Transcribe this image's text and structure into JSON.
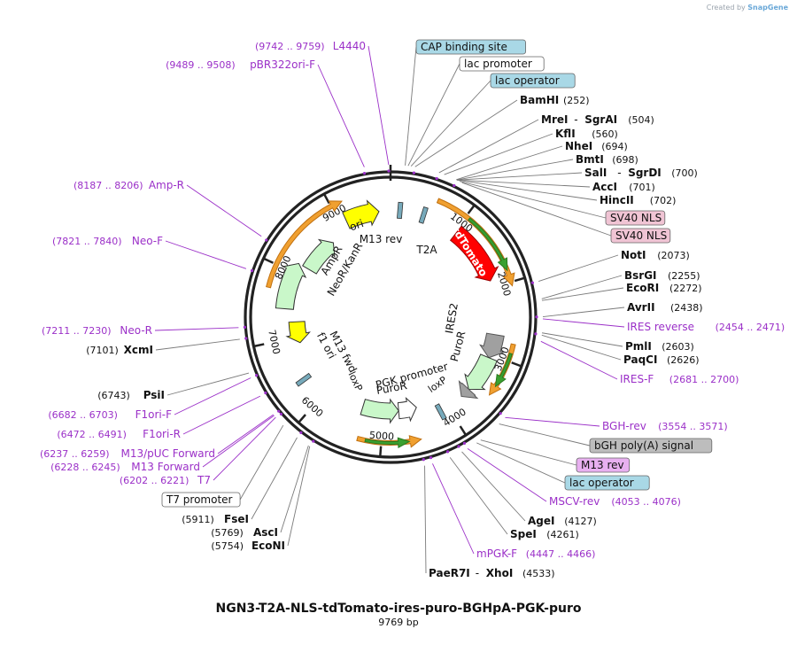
{
  "credit": {
    "prefix": "Created by",
    "brand": "SnapGene"
  },
  "map": {
    "name": "NGN3-T2A-NLS-tdTomato-ires-puro-BGHpA-PGK-puro",
    "length_label": "9769 bp",
    "length": 9769,
    "ticks": [
      "1000",
      "2000",
      "3000",
      "4000",
      "5000",
      "6000",
      "7000",
      "8000",
      "9000"
    ]
  },
  "colors": {
    "primer": "#9b30c8",
    "line": "#7a7a7a",
    "cap": "#a9d8e6",
    "operator": "#a9d8e6",
    "nls": "#f0c4d4",
    "m13rev": "#e8b0f0",
    "terminator": "#bdbdbd",
    "ori": "#ffff00",
    "marker": "#c9f7c9",
    "tdtomato": "#ff0000",
    "orf": "#f0a030",
    "grey": "#a0a0a0"
  },
  "labels": [
    {
      "id": "l4440",
      "kind": "primer",
      "range": "(9742 .. 9759)",
      "name": "L4440"
    },
    {
      "id": "pbr322",
      "kind": "primer",
      "range": "(9489 .. 9508)",
      "name": "pBR322ori-F"
    },
    {
      "id": "cap",
      "kind": "boxed",
      "style": "cap",
      "name": "CAP binding site"
    },
    {
      "id": "lacprom",
      "kind": "boxed",
      "style": "plain",
      "name": "lac promoter"
    },
    {
      "id": "lacop1",
      "kind": "boxed",
      "style": "operator",
      "name": "lac operator"
    },
    {
      "id": "bamhi",
      "kind": "site",
      "name": "BamHI",
      "pos": "(252)"
    },
    {
      "id": "mrei",
      "kind": "site2",
      "name": "MreI",
      "name2": "SgrAI",
      "sep": "-",
      "pos": "(504)"
    },
    {
      "id": "kfli",
      "kind": "site",
      "name": "KflI",
      "pos": "(560)"
    },
    {
      "id": "nhei",
      "kind": "site",
      "name": "NheI",
      "pos": "(694)"
    },
    {
      "id": "bmti",
      "kind": "site",
      "name": "BmtI",
      "pos": "(698)"
    },
    {
      "id": "sali",
      "kind": "site2",
      "name": "SalI",
      "name2": "SgrDI",
      "sep": "-",
      "pos": "(700)"
    },
    {
      "id": "acci",
      "kind": "site",
      "name": "AccI",
      "pos": "(701)"
    },
    {
      "id": "hincii",
      "kind": "site",
      "name": "HincII",
      "pos": "(702)"
    },
    {
      "id": "nls1",
      "kind": "boxed",
      "style": "nls",
      "name": "SV40 NLS"
    },
    {
      "id": "nls2",
      "kind": "boxed",
      "style": "nls",
      "name": "SV40 NLS"
    },
    {
      "id": "noti",
      "kind": "site",
      "name": "NotI",
      "pos": "(2073)"
    },
    {
      "id": "bsrgi",
      "kind": "site",
      "name": "BsrGI",
      "pos": "(2255)"
    },
    {
      "id": "ecori",
      "kind": "site",
      "name": "EcoRI",
      "pos": "(2272)"
    },
    {
      "id": "avrii",
      "kind": "site",
      "name": "AvrII",
      "pos": "(2438)"
    },
    {
      "id": "iresrev",
      "kind": "primer",
      "name": "IRES reverse",
      "range": "(2454 .. 2471)"
    },
    {
      "id": "pmli",
      "kind": "site",
      "name": "PmlI",
      "pos": "(2603)"
    },
    {
      "id": "paqci",
      "kind": "site",
      "name": "PaqCI",
      "pos": "(2626)"
    },
    {
      "id": "iresf",
      "kind": "primer",
      "name": "IRES-F",
      "range": "(2681 .. 2700)"
    },
    {
      "id": "bghrev",
      "kind": "primer",
      "name": "BGH-rev",
      "range": "(3554 .. 3571)"
    },
    {
      "id": "bghpa",
      "kind": "boxed",
      "style": "terminator",
      "name": "bGH poly(A) signal"
    },
    {
      "id": "m13rev",
      "kind": "boxed",
      "style": "m13rev",
      "name": "M13 rev"
    },
    {
      "id": "lacop2",
      "kind": "boxed",
      "style": "operator",
      "name": "lac operator"
    },
    {
      "id": "msrev",
      "kind": "primer",
      "name": "MSCV-rev",
      "range": "(4053 .. 4076)"
    },
    {
      "id": "agei",
      "kind": "site",
      "name": "AgeI",
      "pos": "(4127)"
    },
    {
      "id": "spei",
      "kind": "site",
      "name": "SpeI",
      "pos": "(4261)"
    },
    {
      "id": "mpgk",
      "kind": "primer",
      "name": "mPGK-F",
      "range": "(4447 .. 4466)"
    },
    {
      "id": "paer7i",
      "kind": "site2",
      "name": "PaeR7I",
      "name2": "XhoI",
      "sep": "-",
      "pos": "(4533)"
    },
    {
      "id": "ampr",
      "kind": "primer",
      "range": "(8187 .. 8206)",
      "name": "Amp-R"
    },
    {
      "id": "neof",
      "kind": "primer",
      "range": "(7821 .. 7840)",
      "name": "Neo-F"
    },
    {
      "id": "neor",
      "kind": "primer",
      "range": "(7211 .. 7230)",
      "name": "Neo-R"
    },
    {
      "id": "xcmi",
      "kind": "siteL",
      "pos": "(7101)",
      "name": "XcmI"
    },
    {
      "id": "psii",
      "kind": "siteL",
      "pos": "(6743)",
      "name": "PsiI"
    },
    {
      "id": "f1orif",
      "kind": "primer",
      "range": "(6682 .. 6703)",
      "name": "F1ori-F"
    },
    {
      "id": "f1orir",
      "kind": "primer",
      "range": "(6472 .. 6491)",
      "name": "F1ori-R"
    },
    {
      "id": "m13puc",
      "kind": "primer",
      "range": "(6237 .. 6259)",
      "name": "M13/pUC Forward"
    },
    {
      "id": "m13fwd",
      "kind": "primer",
      "range": "(6228 .. 6245)",
      "name": "M13 Forward"
    },
    {
      "id": "t7p",
      "kind": "primer",
      "range": "(6202 .. 6221)",
      "name": "T7"
    },
    {
      "id": "t7prom",
      "kind": "boxed",
      "style": "plain",
      "name": "T7 promoter"
    },
    {
      "id": "fsei",
      "kind": "siteL",
      "pos": "(5911)",
      "name": "FseI"
    },
    {
      "id": "asci",
      "kind": "siteL",
      "pos": "(5769)",
      "name": "AscI"
    },
    {
      "id": "ecoi",
      "kind": "siteL",
      "pos": "(5754)",
      "name": "EcoNI"
    }
  ],
  "features": {
    "ori": "ori",
    "ampr": "AmpR",
    "neokan": "NeoR/KanR",
    "m13revf": "M13 rev",
    "t2a": "T2A",
    "tdtomato": "tdTomato",
    "ires2": "IRES2",
    "puror1": "PuroR",
    "pgkprom": "PGK promoter",
    "loxp1": "loxP",
    "puror2": "PuroR",
    "f1ori": "f1 ori",
    "m13fwdf": "M13 fwd",
    "loxp2": "loxP"
  }
}
